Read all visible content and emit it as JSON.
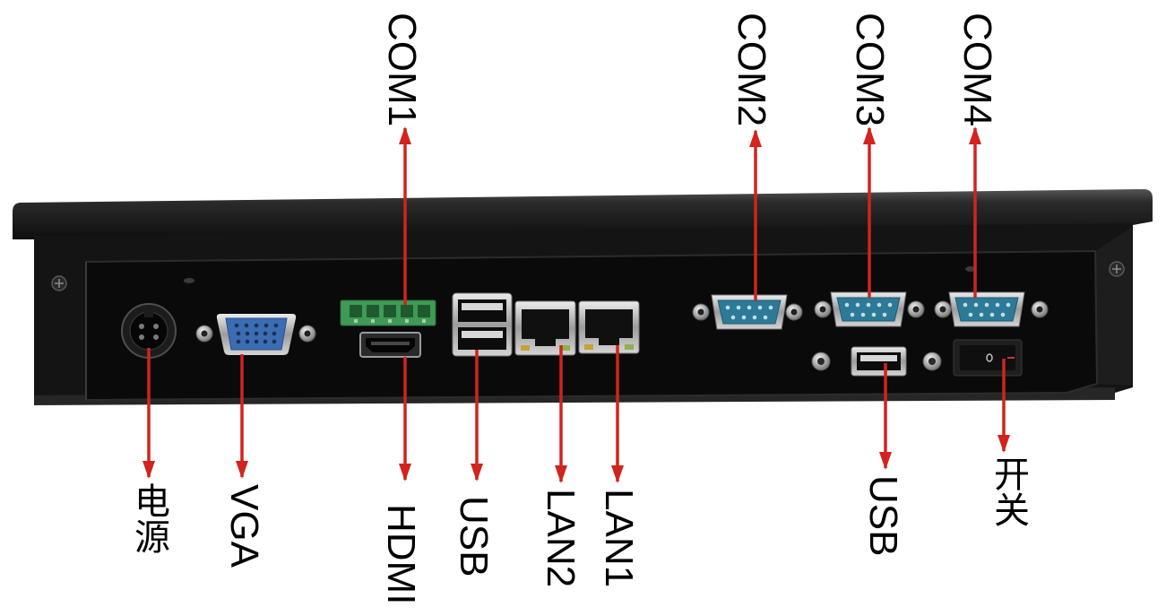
{
  "labels": {
    "com1": "COM1",
    "com2": "COM2",
    "com3": "COM3",
    "com4": "COM4",
    "power": "电源",
    "vga": "VGA",
    "hdmi": "HDMI",
    "usb_left": "USB",
    "lan2": "LAN2",
    "lan1": "LAN1",
    "usb_right": "USB",
    "switch": "开关"
  },
  "colors": {
    "arrow": "#d2231d",
    "background": "#ffffff",
    "device_body": "#141414",
    "vga_port": "#3c6db3",
    "com_port": "#2d7a97",
    "terminal_block": "#3f9a55"
  },
  "icons": [
    "power-connector-icon",
    "vga-port-icon",
    "terminal-block-icon",
    "hdmi-port-icon",
    "usb-port-icon",
    "rj45-port-icon",
    "db9-port-icon",
    "rocker-switch-icon",
    "screw-icon"
  ]
}
